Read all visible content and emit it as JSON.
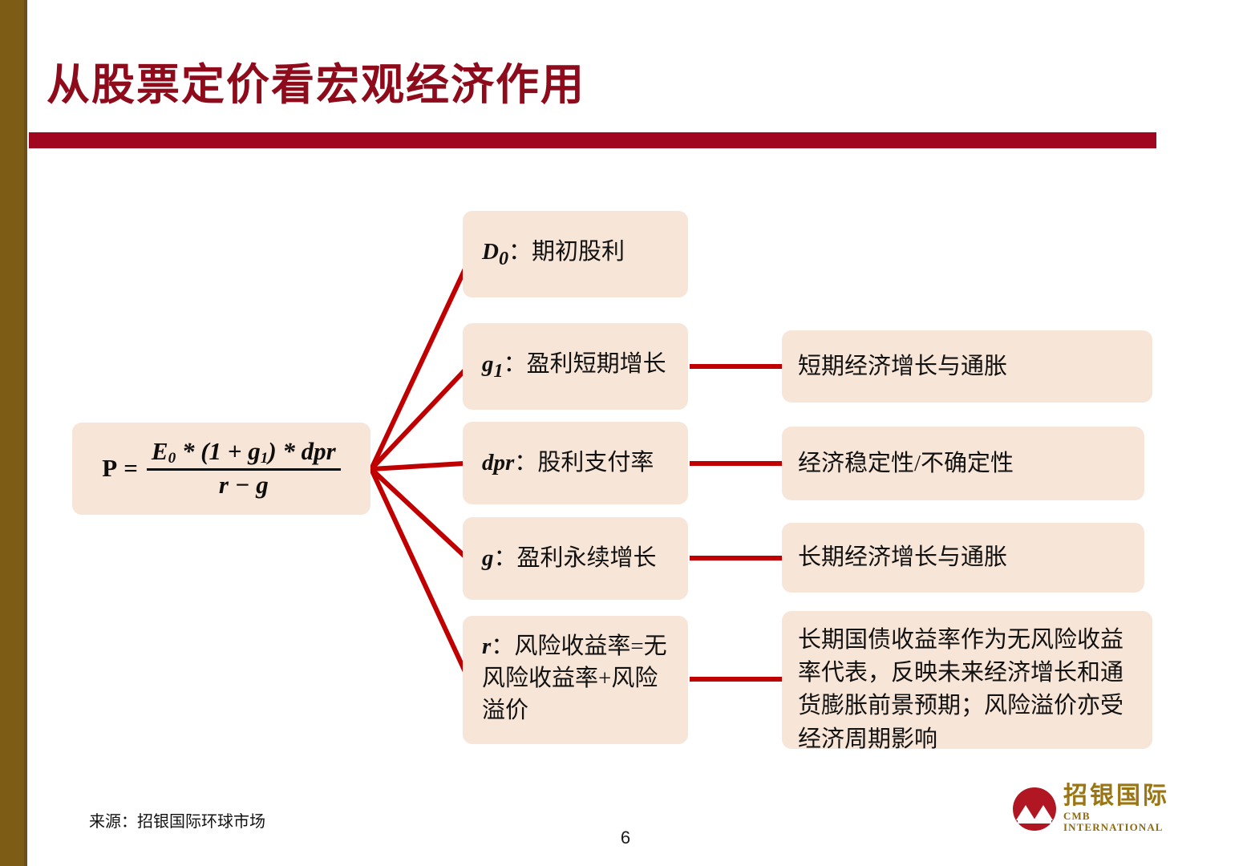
{
  "slide": {
    "title": "从股票定价看宏观经济作用",
    "page_number": "6",
    "source_note": "来源：招银国际环球市场",
    "accent_red": "#a10620",
    "title_red": "#8e0b1c",
    "sidebar_olive": "#7d5c16",
    "box_fill": "#f7e5d7",
    "connector_red": "#c00000"
  },
  "formula": {
    "lhs": "P =",
    "numerator_parts": {
      "e": "E",
      "e_sub": "0",
      "mid": " * (1 + ",
      "g": "g",
      "g_sub": "1",
      "tail": ") * dpr"
    },
    "denominator": "r − g",
    "plain": "P = E0 * (1 + g1) * dpr / (r − g)"
  },
  "middle_nodes": [
    {
      "symbol": "D",
      "symbol_sub": "0",
      "separator": "：",
      "label": "期初股利",
      "full": "D0：期初股利"
    },
    {
      "symbol": "g",
      "symbol_sub": "1",
      "separator": "：",
      "label": "盈利短期增长",
      "full": "g1：盈利短期增长"
    },
    {
      "symbol": "dpr",
      "symbol_sub": "",
      "separator": "：",
      "label": "股利支付率",
      "full": "dpr：股利支付率"
    },
    {
      "symbol": "g",
      "symbol_sub": "",
      "separator": "：",
      "label": "盈利永续增长",
      "full": "g：盈利永续增长"
    },
    {
      "symbol": "r",
      "symbol_sub": "",
      "separator": "：",
      "label": "风险收益率=无风险收益率+风险溢价",
      "full": "r：风险收益率=无风险收益率+风险溢价"
    }
  ],
  "right_nodes": [
    {
      "text": "短期经济增长与通胀"
    },
    {
      "text": "经济稳定性/不确定性"
    },
    {
      "text": "长期经济增长与通胀"
    },
    {
      "text": "长期国债收益率作为无风险收益率代表，反映未来经济增长和通货膨胀前景预期；风险溢价亦受经济周期影响"
    }
  ],
  "logo": {
    "cn": "招银国际",
    "en": "CMB INTERNATIONAL"
  }
}
